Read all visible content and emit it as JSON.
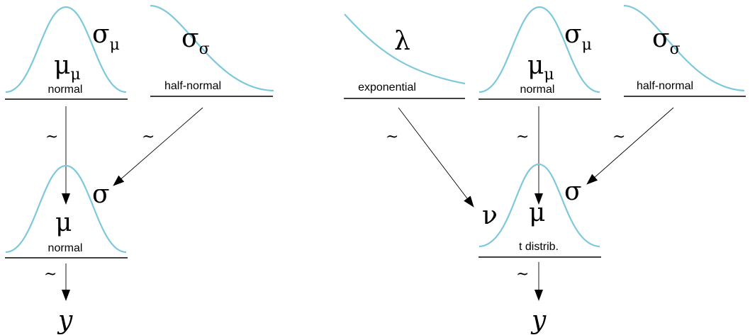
{
  "left": {
    "prior_mu": {
      "dist": "normal",
      "symbol": "μ",
      "sub": "μ",
      "scale_symbol": "σ",
      "scale_sub": "μ"
    },
    "prior_sigma": {
      "dist": "half-normal",
      "symbol": "σ",
      "sub": "σ"
    },
    "likelihood": {
      "dist": "normal",
      "loc_symbol": "μ",
      "scale_symbol": "σ"
    },
    "tilde": "~",
    "outcome": "y"
  },
  "right": {
    "prior_nu": {
      "dist": "exponential",
      "symbol": "λ"
    },
    "prior_mu": {
      "dist": "normal",
      "symbol": "μ",
      "sub": "μ",
      "scale_symbol": "σ",
      "scale_sub": "μ"
    },
    "prior_sigma": {
      "dist": "half-normal",
      "symbol": "σ",
      "sub": "σ"
    },
    "likelihood": {
      "dist": "t distrib.",
      "df_symbol": "ν",
      "loc_symbol": "μ",
      "scale_symbol": "σ"
    },
    "tilde": "~",
    "outcome": "y"
  },
  "colors": {
    "curve": "#7ec8dc",
    "ink": "#000000"
  }
}
